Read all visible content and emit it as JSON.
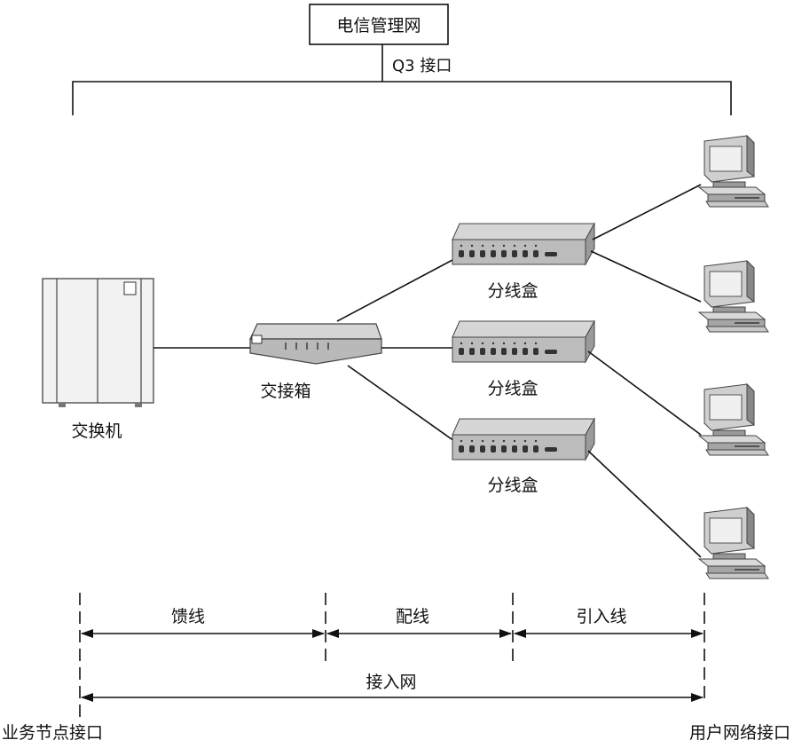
{
  "management": {
    "title": "电信管理网",
    "interface": "Q3 接口"
  },
  "devices": {
    "switch": "交换机",
    "cross_box": "交接箱",
    "dist_box_1": "分线盒",
    "dist_box_2": "分线盒",
    "dist_box_3": "分线盒"
  },
  "segments": {
    "feeder": "馈线",
    "distribution": "配线",
    "drop": "引入线",
    "access_network": "接入网"
  },
  "interfaces": {
    "sni": "业务节点接口",
    "uni": "用户网络接口"
  },
  "icons": [
    "switch-icon",
    "cross-box-icon",
    "distribution-box-icon",
    "computer-icon"
  ]
}
